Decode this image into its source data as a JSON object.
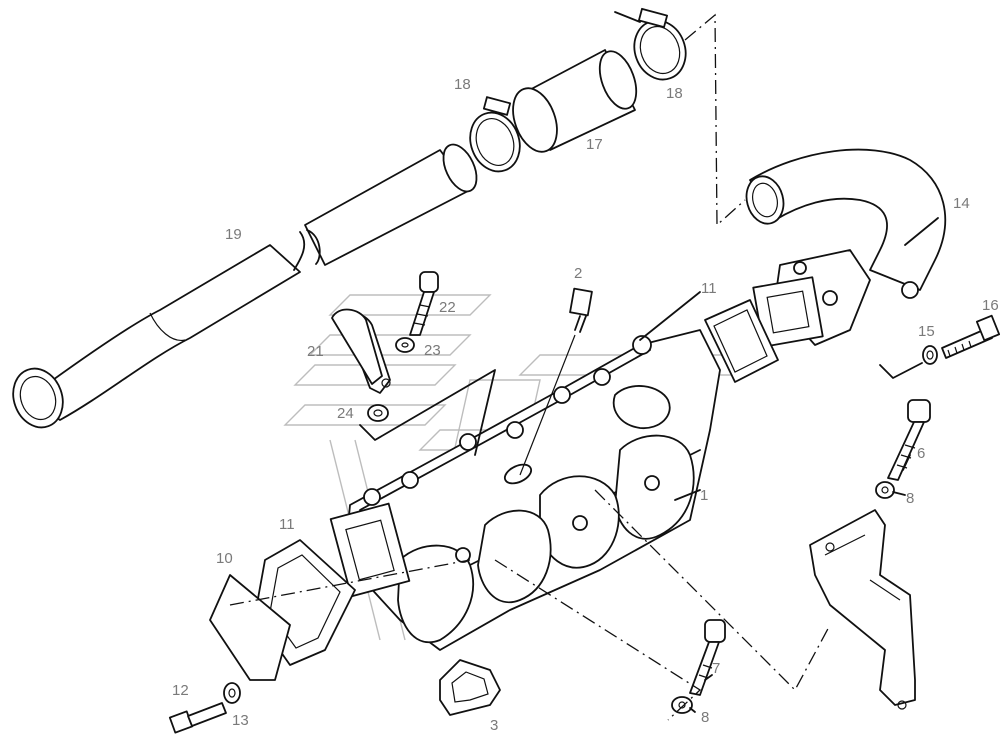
{
  "diagram": {
    "callouts": [
      "1",
      "2",
      "3",
      "6",
      "7",
      "8",
      "8",
      "10",
      "11",
      "11",
      "12",
      "13",
      "14",
      "15",
      "16",
      "17",
      "18",
      "18",
      "19",
      "21",
      "22",
      "23",
      "24"
    ]
  }
}
